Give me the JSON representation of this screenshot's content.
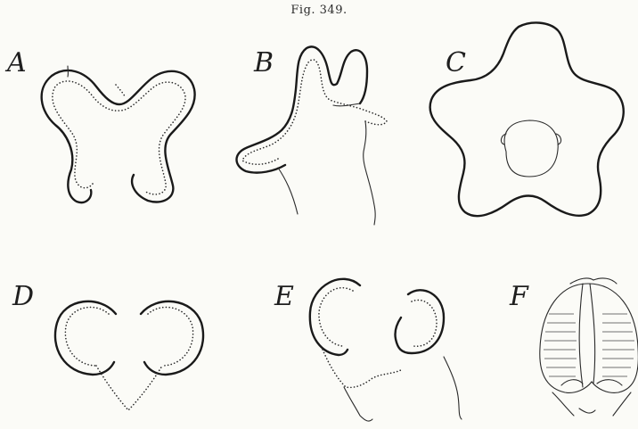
{
  "figure": {
    "title": "Fig. 349.",
    "panels": [
      {
        "label": "A"
      },
      {
        "label": "B"
      },
      {
        "label": "C"
      },
      {
        "label": "D"
      },
      {
        "label": "E"
      },
      {
        "label": "F"
      }
    ]
  }
}
